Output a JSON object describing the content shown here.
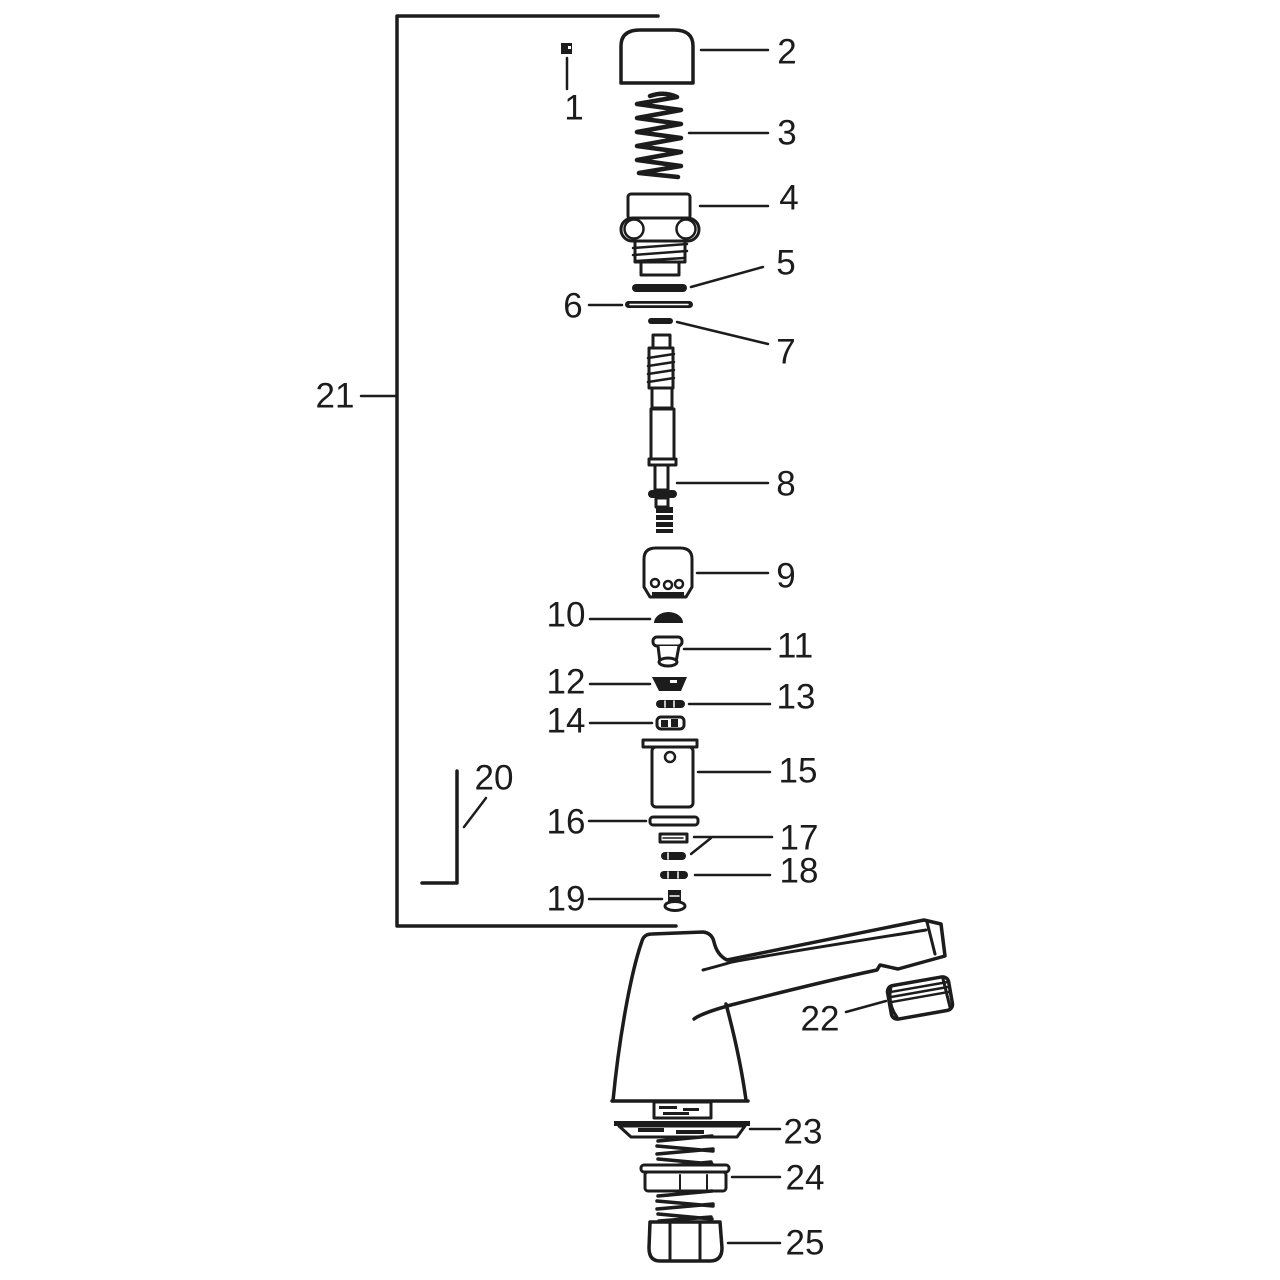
{
  "diagram": {
    "kind": "exploded-parts-diagram",
    "colors": {
      "ink": "#1c1c1c",
      "background": "#ffffff"
    }
  },
  "callouts": [
    {
      "number": "1"
    },
    {
      "number": "2"
    },
    {
      "number": "3"
    },
    {
      "number": "4"
    },
    {
      "number": "5"
    },
    {
      "number": "6"
    },
    {
      "number": "7"
    },
    {
      "number": "8"
    },
    {
      "number": "9"
    },
    {
      "number": "10"
    },
    {
      "number": "11"
    },
    {
      "number": "12"
    },
    {
      "number": "13"
    },
    {
      "number": "14"
    },
    {
      "number": "15"
    },
    {
      "number": "16"
    },
    {
      "number": "17"
    },
    {
      "number": "18"
    },
    {
      "number": "19"
    },
    {
      "number": "20"
    },
    {
      "number": "21"
    },
    {
      "number": "22"
    },
    {
      "number": "23"
    },
    {
      "number": "24"
    },
    {
      "number": "25"
    }
  ]
}
